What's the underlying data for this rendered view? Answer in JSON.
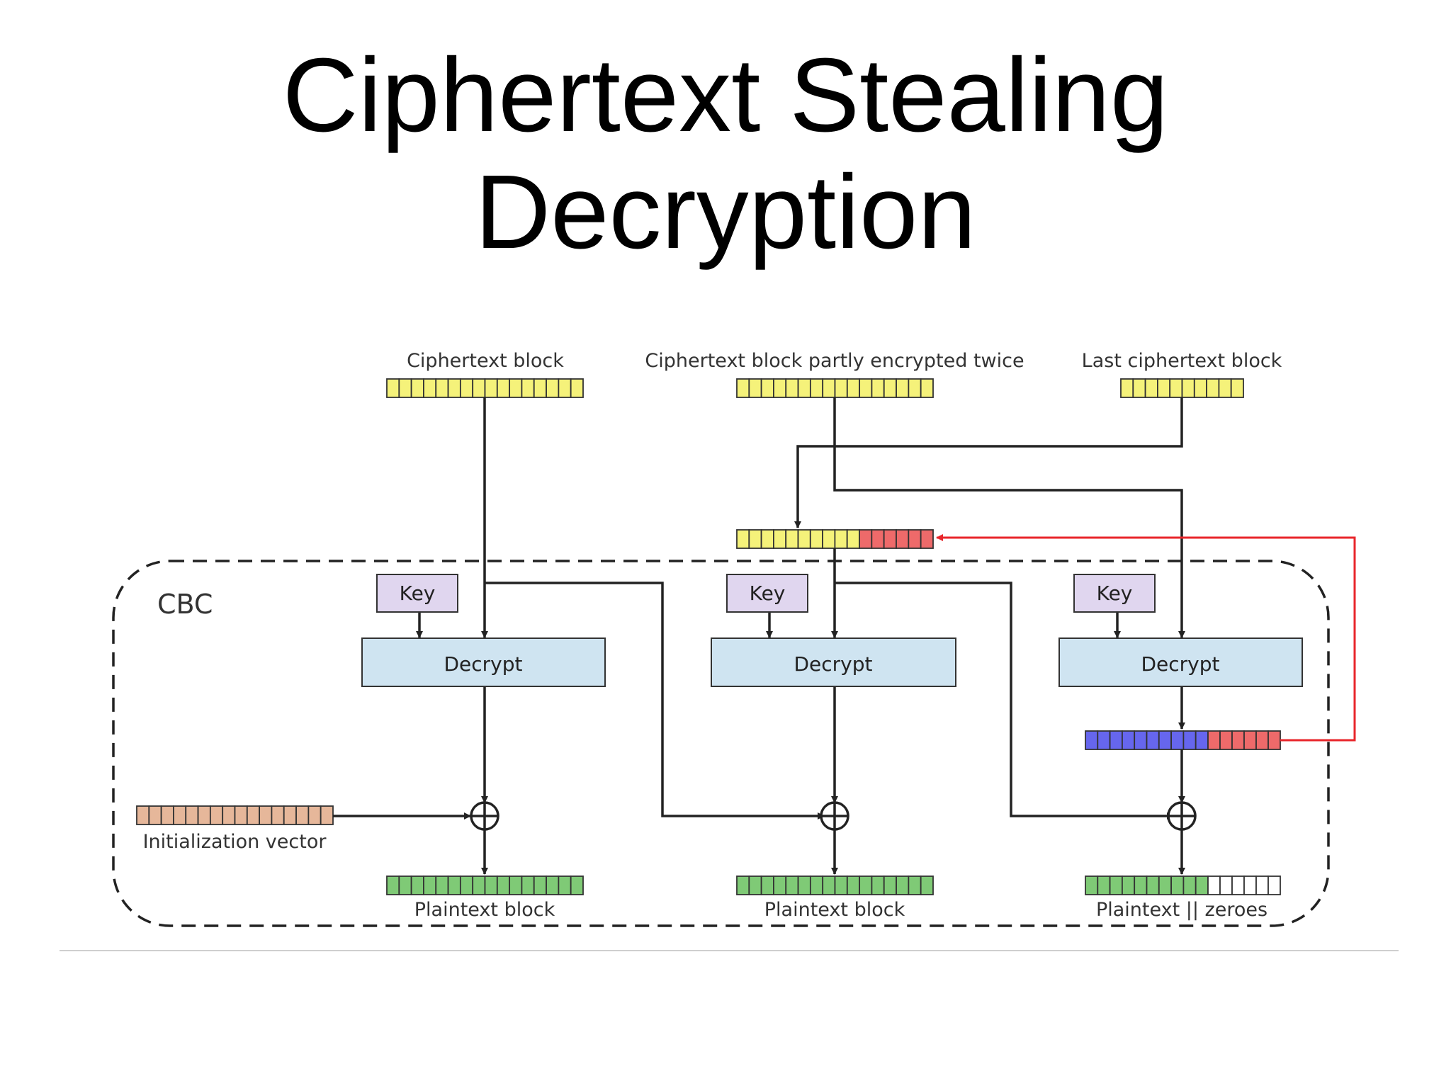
{
  "slide": {
    "title_line1": "Ciphertext Stealing",
    "title_line2": "Decryption"
  },
  "diagram": {
    "mode_label": "CBC",
    "inputs": {
      "ciphertext_block": "Ciphertext block",
      "partly_encrypted_block": "Ciphertext block partly encrypted twice",
      "last_block": "Last ciphertext block"
    },
    "key_label": "Key",
    "decrypt_label": "Decrypt",
    "iv_label": "Initialization vector",
    "outputs": {
      "plaintext_1": "Plaintext block",
      "plaintext_2": "Plaintext block",
      "plaintext_3": "Plaintext || zeroes"
    },
    "colors": {
      "ciphertext": "#f5f27a",
      "stolen": "#ee6a6a",
      "plaintext": "#7fca76",
      "iv": "#e6b79a",
      "intermediate": "#6666ee",
      "key_box": "#e0d6ef",
      "decrypt_box": "#cfe4f1",
      "feedback_wire": "#e8262b"
    }
  }
}
